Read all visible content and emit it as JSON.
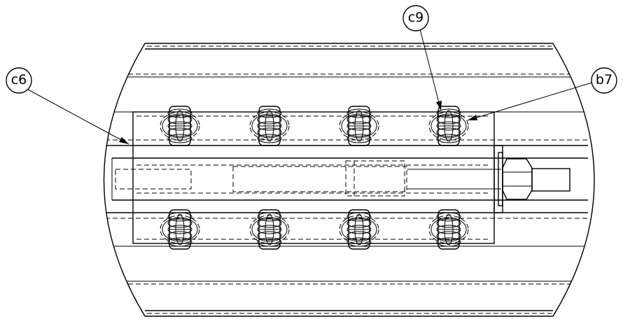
{
  "callouts": {
    "c6": "c6",
    "c9": "c9",
    "b7": "b7"
  },
  "colors": {
    "line": "#000000",
    "background": "#ffffff"
  }
}
